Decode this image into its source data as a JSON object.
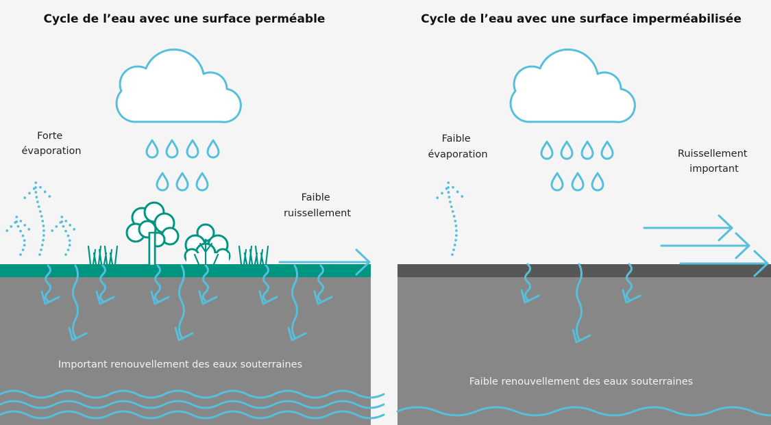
{
  "colors": {
    "background": "#f5f5f5",
    "water": "#56bfdb",
    "vegetation": "#009580",
    "soil": "#878787",
    "asphalt": "#575757"
  },
  "left": {
    "title": "Cycle de l’eau avec une surface perméable",
    "evaporation": [
      "Forte",
      "évaporation"
    ],
    "runoff": [
      "Faible",
      "ruissellement"
    ],
    "groundwater": "Important renouvellement des eaux souterraines"
  },
  "right": {
    "title": "Cycle de l’eau avec une surface imperméabilisée",
    "evaporation": [
      "Faible",
      "évaporation"
    ],
    "runoff": [
      "Ruissellement",
      "important"
    ],
    "groundwater": "Faible renouvellement des eaux souterraines"
  }
}
